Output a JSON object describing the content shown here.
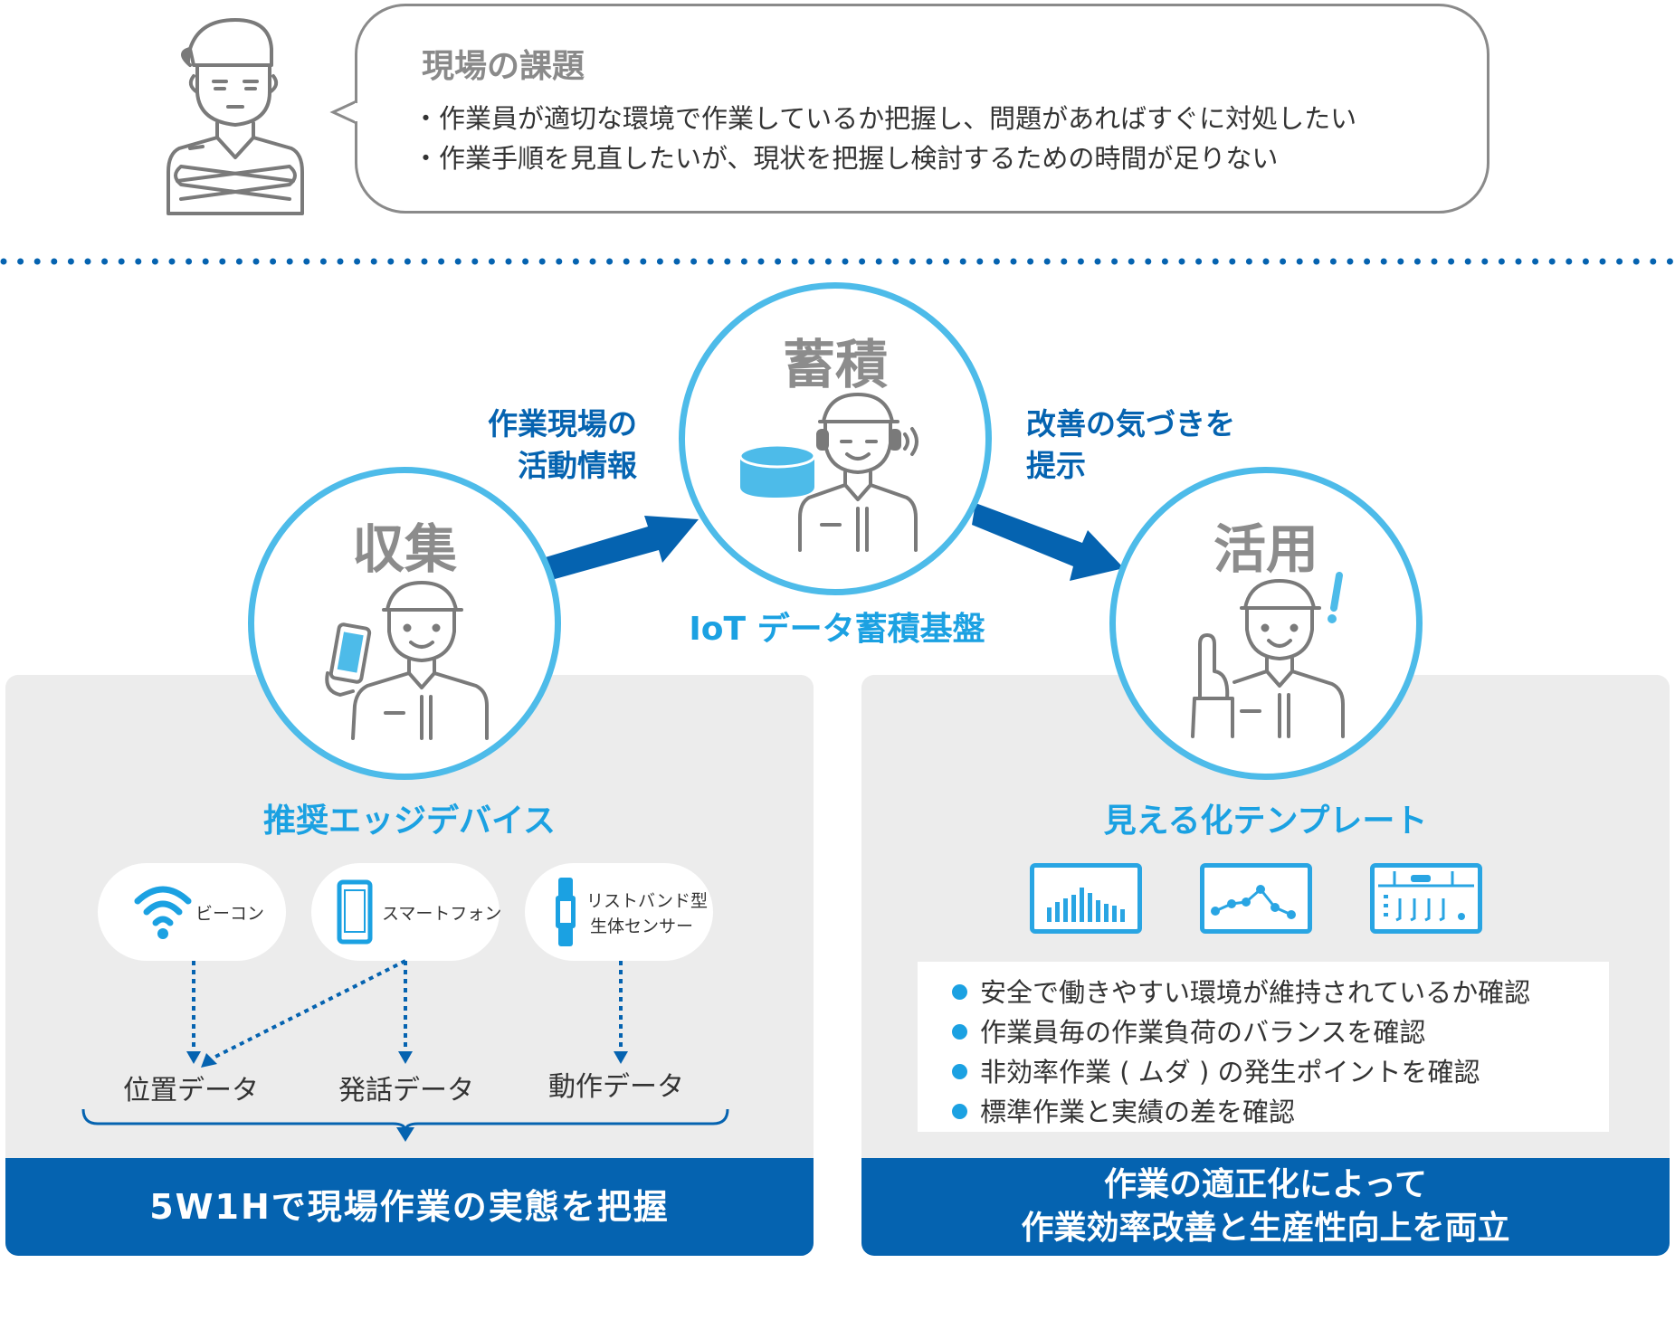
{
  "issue": {
    "title": "現場の課題",
    "lines": [
      "・作業員が適切な環境で作業しているか把握し、問題があればすぐに対処したい",
      "・作業手順を見直したいが、現状を把握し検討するための時間が足りない"
    ]
  },
  "stages": {
    "collect": "収集",
    "store": "蓄積",
    "use": "活用"
  },
  "arrows": {
    "left_label_1": "作業現場の",
    "left_label_2": "活動情報",
    "right_label_1": "改善の気づきを",
    "right_label_2": "提示"
  },
  "platform": "IoT データ蓄積基盤",
  "edge": {
    "heading": "推奨エッジデバイス",
    "devices": [
      {
        "label": "ビーコン",
        "icon": "wifi-icon"
      },
      {
        "label": "スマートフォン",
        "icon": "smartphone-icon"
      },
      {
        "label": "リストバンド型",
        "label2": "生体センサー",
        "icon": "wristband-icon"
      }
    ],
    "data": [
      "位置データ",
      "発話データ",
      "動作データ"
    ],
    "banner": "5W1Hで現場作業の実態を把握"
  },
  "visual": {
    "heading": "見える化テンプレート",
    "templates": [
      "bar-chart-icon",
      "line-chart-icon",
      "floor-map-icon"
    ],
    "checks": [
      "安全で働きやすい環境が維持されているか確認",
      "作業員毎の作業負荷のバランスを確認",
      "非効率作業 ( ムダ ) の発生ポイントを確認",
      "標準作業と実績の差を確認"
    ],
    "banner_1": "作業の適正化によって",
    "banner_2": "作業効率改善と生産性向上を両立"
  },
  "colors": {
    "accent_dark": "#0563b0",
    "accent_light": "#4dbbe9",
    "heading_cyan": "#1ba1e2",
    "panel_grey": "#ececec"
  }
}
